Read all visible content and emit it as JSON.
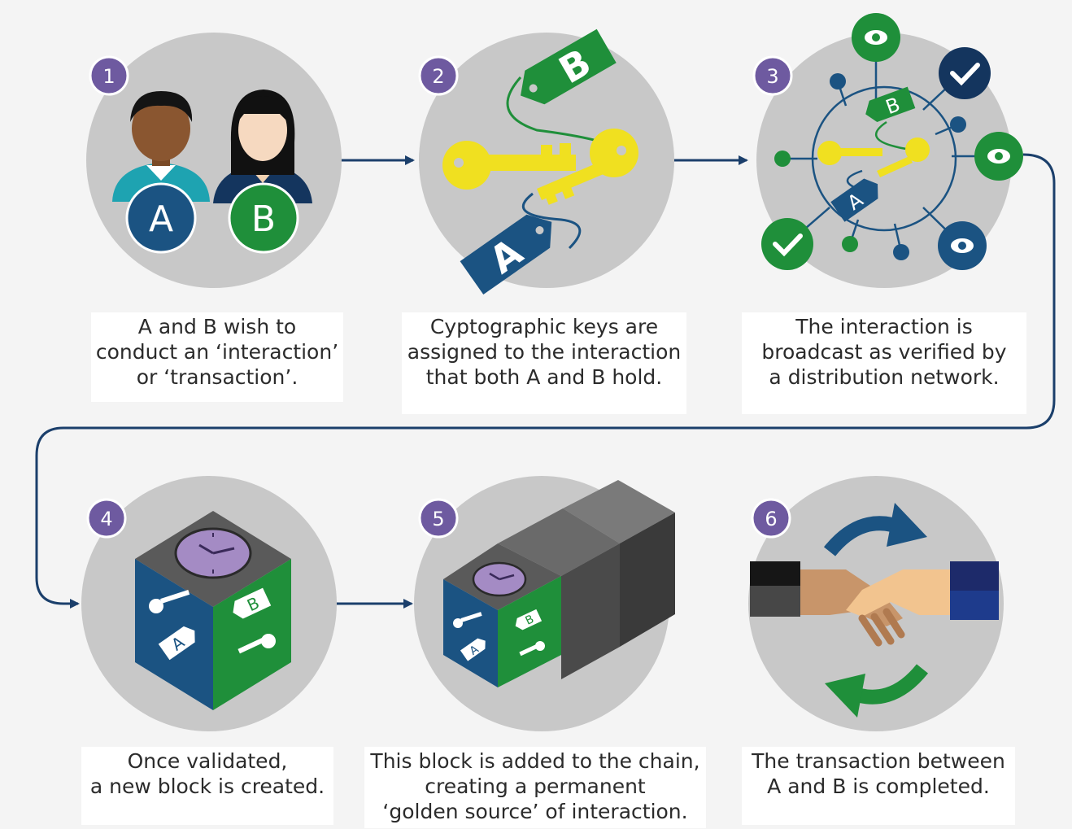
{
  "colors": {
    "circle_bg": "#c8c8c8",
    "step_badge": "#6e5aa0",
    "navy": "#1b5382",
    "green": "#1f8f3a",
    "key_yellow": "#f0e020",
    "cube_top": "#5a5a5a",
    "clock": "#a48bc4",
    "arrow": "#1b3f6b",
    "page_bg": "#f4f4f4"
  },
  "steps": [
    {
      "number": "1",
      "lines": [
        "A and B wish to",
        "conduct an ‘interaction’",
        "or ‘transaction’."
      ],
      "tags": [
        "A",
        "B"
      ]
    },
    {
      "number": "2",
      "lines": [
        "Cyptographic keys are",
        "assigned to the interaction",
        "that both A and B hold."
      ],
      "tags": [
        "B",
        "A"
      ]
    },
    {
      "number": "3",
      "lines": [
        "The interaction is",
        "broadcast as verified by",
        "a distribution network."
      ],
      "tags": [
        "B",
        "A"
      ]
    },
    {
      "number": "4",
      "lines": [
        "Once validated,",
        "a new block is created."
      ],
      "tags": [
        "B",
        "A"
      ]
    },
    {
      "number": "5",
      "lines": [
        "This block is added to the chain,",
        "creating a permanent",
        "‘golden source’ of interaction."
      ],
      "tags": [
        "B",
        "A"
      ]
    },
    {
      "number": "6",
      "lines": [
        "The transaction between",
        "A and B is completed."
      ]
    }
  ],
  "icons": [
    "person-icon",
    "key-icon",
    "tag-icon",
    "eye-icon",
    "check-icon",
    "clock-icon",
    "handshake-icon",
    "arrow-icon"
  ]
}
